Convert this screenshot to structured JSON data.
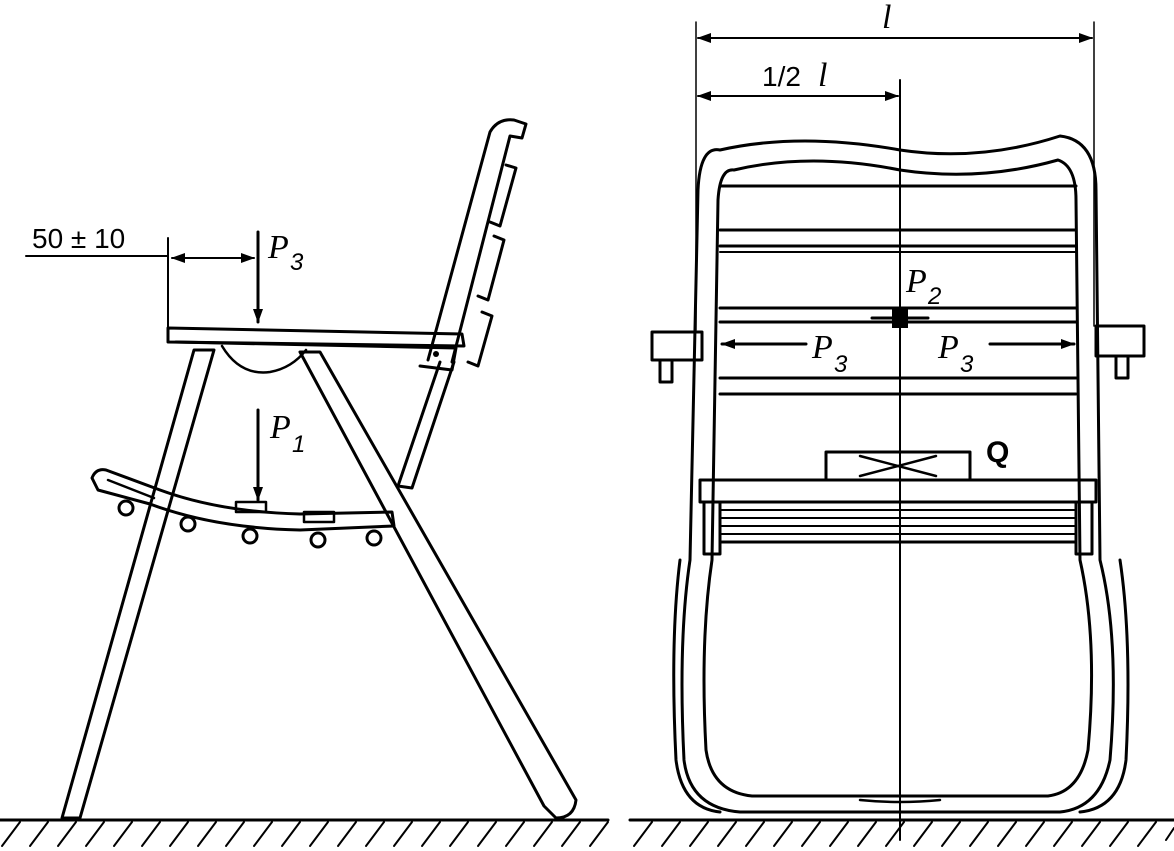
{
  "colors": {
    "ink": "#000000",
    "background": "#ffffff"
  },
  "left_view": {
    "dimension_label": "50 ± 10",
    "force_p3": {
      "symbol": "P",
      "subscript": "3"
    },
    "force_p1": {
      "symbol": "P",
      "subscript": "1"
    }
  },
  "right_view": {
    "width_label": "l",
    "half_width_label": {
      "fraction": "1/2",
      "symbol": "l"
    },
    "force_p2": {
      "symbol": "P",
      "subscript": "2"
    },
    "force_p3_left": {
      "symbol": "P",
      "subscript": "3"
    },
    "force_p3_right": {
      "symbol": "P",
      "subscript": "3"
    },
    "load_label": "Q"
  }
}
